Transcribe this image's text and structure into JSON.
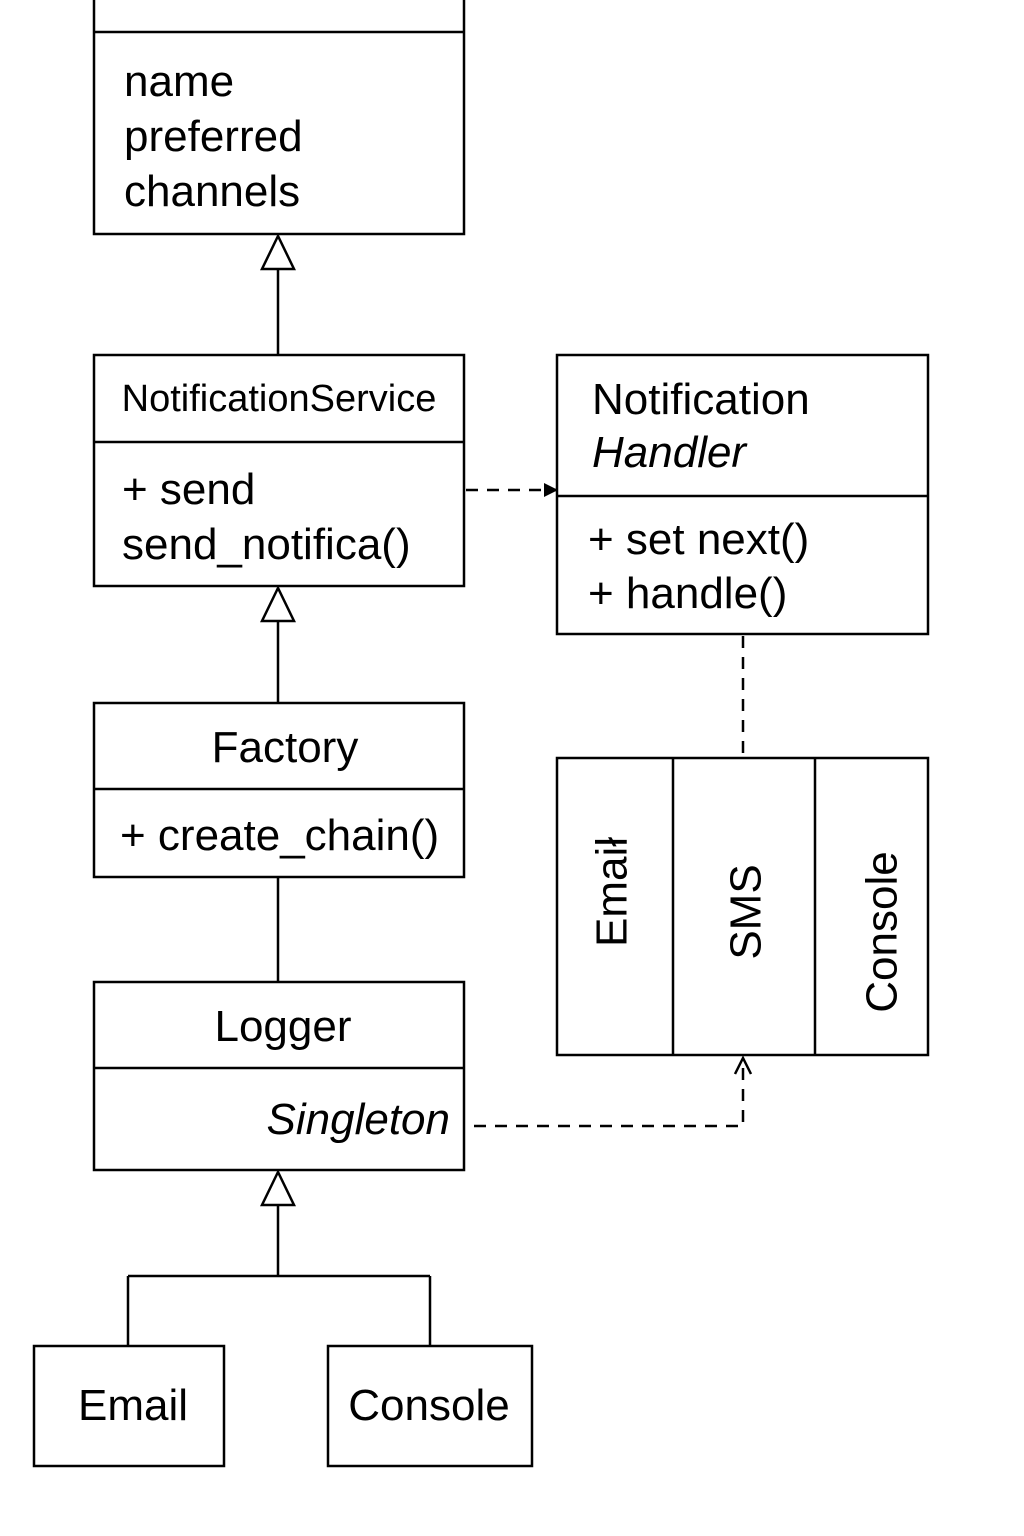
{
  "user_class": {
    "attributes": [
      "name",
      "preferred",
      "channels"
    ]
  },
  "notification_service": {
    "title": "NotificationService",
    "methods": [
      "+ send",
      "send_notifica()"
    ]
  },
  "notification_handler": {
    "title_line1": "Notification",
    "title_line2": "Handler",
    "methods": [
      "+ set next()",
      "+ handle()"
    ]
  },
  "factory": {
    "title": "Factory",
    "methods": [
      "+ create_chain()"
    ]
  },
  "logger": {
    "title": "Logger",
    "stereotype": "Singleton"
  },
  "handlers": {
    "items": [
      "Emaił",
      "SMS",
      "Console"
    ]
  },
  "logger_subclasses": {
    "email": "Email",
    "console": "Console"
  }
}
